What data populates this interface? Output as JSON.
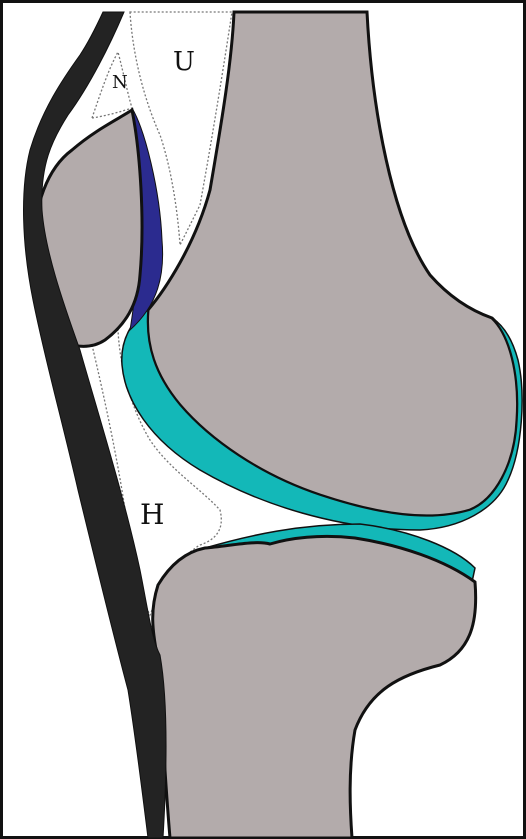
{
  "labels": {
    "n": "N",
    "u": "U",
    "h": "H"
  },
  "colors": {
    "bone": "#b3abab",
    "skin": "#232323",
    "outline": "#111111",
    "patellar_cartilage": "#2b2b8f",
    "articular_cartilage": "#13b8b8",
    "fat_pad_outline": "#777777",
    "background": "#ffffff"
  }
}
